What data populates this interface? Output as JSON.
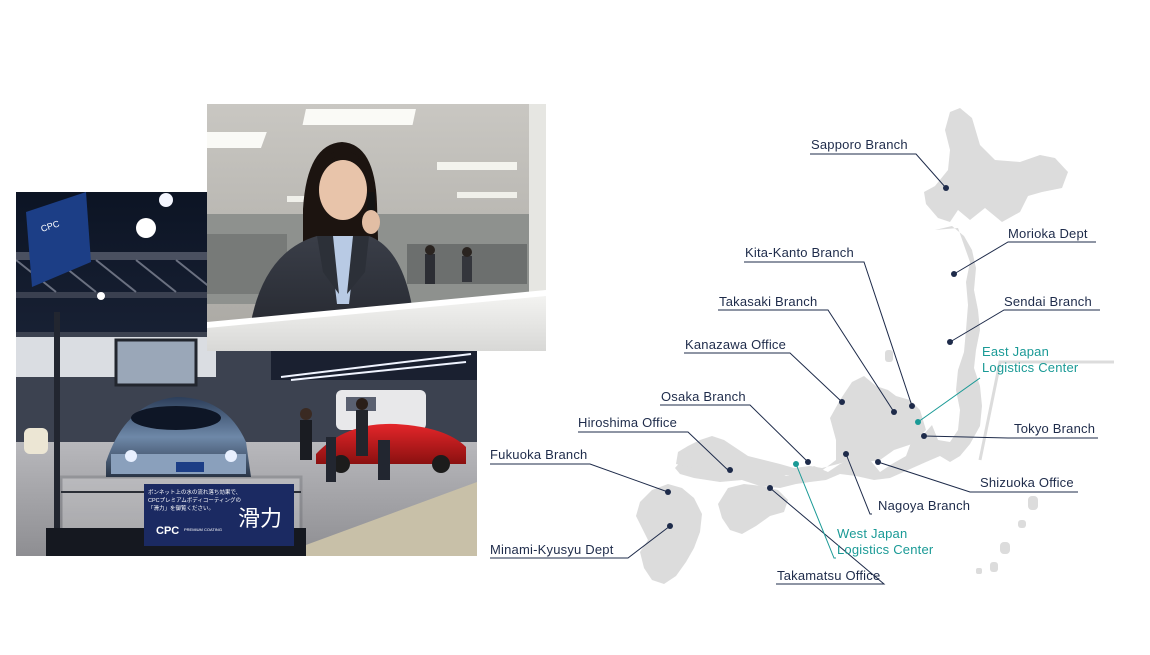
{
  "photos": {
    "booth": {
      "sign_brand": "CPC",
      "sign_brand_sub": "PREMIUM COATING",
      "sign_kanji": "滑力",
      "sign_text_1": "ボンネット上の水の流れ落ち効果で、",
      "sign_text_2": "CPCプレミアムボディコーティングの",
      "sign_text_3": "「滑力」を御覧ください。",
      "banner_text": "CPC"
    },
    "office": {}
  },
  "map": {
    "land_color": "#dcdcdc",
    "line_color": "#1e2b4a",
    "accent_color": "#1a9a96",
    "locations": [
      {
        "id": "sapporo",
        "label": "Sapporo Branch",
        "type": "branch"
      },
      {
        "id": "morioka",
        "label": "Morioka Dept",
        "type": "branch"
      },
      {
        "id": "kita-kanto",
        "label": "Kita-Kanto Branch",
        "type": "branch"
      },
      {
        "id": "sendai",
        "label": "Sendai Branch",
        "type": "branch"
      },
      {
        "id": "takasaki",
        "label": "Takasaki Branch",
        "type": "branch"
      },
      {
        "id": "kanazawa",
        "label": "Kanazawa Office",
        "type": "branch"
      },
      {
        "id": "east-japan-logistics",
        "label_1": "East Japan",
        "label_2": "Logistics Center",
        "type": "logistics"
      },
      {
        "id": "osaka",
        "label": "Osaka Branch",
        "type": "branch"
      },
      {
        "id": "hiroshima",
        "label": "Hiroshima Office",
        "type": "branch"
      },
      {
        "id": "tokyo",
        "label": "Tokyo Branch",
        "type": "branch"
      },
      {
        "id": "fukuoka",
        "label": "Fukuoka Branch",
        "type": "branch"
      },
      {
        "id": "shizuoka",
        "label": "Shizuoka Office",
        "type": "branch"
      },
      {
        "id": "nagoya",
        "label": "Nagoya Branch",
        "type": "branch"
      },
      {
        "id": "minami-kyusyu",
        "label": "Minami-Kyusyu Dept",
        "type": "branch"
      },
      {
        "id": "west-japan-logistics",
        "label_1": "West Japan",
        "label_2": "Logistics Center",
        "type": "logistics"
      },
      {
        "id": "takamatsu",
        "label": "Takamatsu Office",
        "type": "branch"
      }
    ]
  }
}
